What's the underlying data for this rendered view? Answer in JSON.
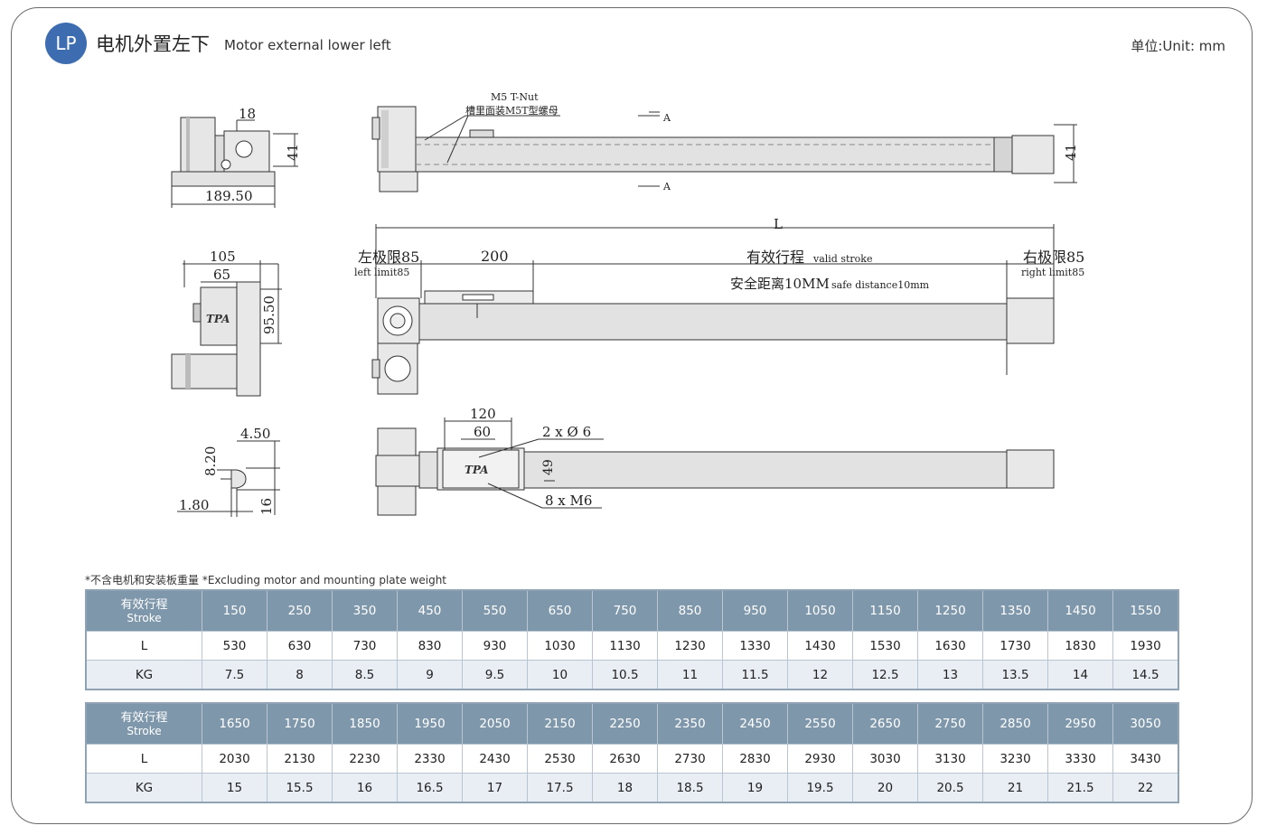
{
  "header": {
    "badge": "LP",
    "title_cn": "电机外置左下",
    "title_en": "Motor external  lower left",
    "unit": "单位:Unit: mm"
  },
  "drawing": {
    "dims": {
      "d18": "18",
      "d41a": "41",
      "d189": "189.50",
      "d105": "105",
      "d65": "65",
      "d9550": "95.50",
      "d450": "4.50",
      "d820": "8.20",
      "d180": "1.80",
      "d16": "16",
      "nut1": "M5 T-Nut",
      "nut2": "槽里面装M5T型螺母",
      "sectA1": "A",
      "sectA2": "A",
      "d41b": "41",
      "L": "L",
      "left_limit_cn": "左极限85",
      "left_limit_en": "left limit85",
      "d200": "200",
      "stroke_cn": "有效行程",
      "stroke_en": "valid stroke",
      "right_limit_cn": "右极限85",
      "right_limit_en": "right limit85",
      "safe_cn": "安全距离10MM",
      "safe_en": "safe distance10mm",
      "d120": "120",
      "d60": "60",
      "hole": "2 x  Ø  6",
      "d49": "49",
      "m6": "8  x   M6",
      "logo": "TPA"
    }
  },
  "note": "*不含电机和安装板重量 *Excluding motor and mounting plate weight",
  "tables": [
    {
      "header_cn": "有效行程",
      "header_en": "Stroke",
      "stroke": [
        "150",
        "250",
        "350",
        "450",
        "550",
        "650",
        "750",
        "850",
        "950",
        "1050",
        "1150",
        "1250",
        "1350",
        "1450",
        "1550"
      ],
      "L_label": "L",
      "L": [
        "530",
        "630",
        "730",
        "830",
        "930",
        "1030",
        "1130",
        "1230",
        "1330",
        "1430",
        "1530",
        "1630",
        "1730",
        "1830",
        "1930"
      ],
      "KG_label": "KG",
      "KG": [
        "7.5",
        "8",
        "8.5",
        "9",
        "9.5",
        "10",
        "10.5",
        "11",
        "11.5",
        "12",
        "12.5",
        "13",
        "13.5",
        "14",
        "14.5"
      ]
    },
    {
      "header_cn": "有效行程",
      "header_en": "Stroke",
      "stroke": [
        "1650",
        "1750",
        "1850",
        "1950",
        "2050",
        "2150",
        "2250",
        "2350",
        "2450",
        "2550",
        "2650",
        "2750",
        "2850",
        "2950",
        "3050"
      ],
      "L_label": "L",
      "L": [
        "2030",
        "2130",
        "2230",
        "2330",
        "2430",
        "2530",
        "2630",
        "2730",
        "2830",
        "2930",
        "3030",
        "3130",
        "3230",
        "3330",
        "3430"
      ],
      "KG_label": "KG",
      "KG": [
        "15",
        "15.5",
        "16",
        "16.5",
        "17",
        "17.5",
        "18",
        "18.5",
        "19",
        "19.5",
        "20",
        "20.5",
        "21",
        "21.5",
        "22"
      ]
    }
  ]
}
